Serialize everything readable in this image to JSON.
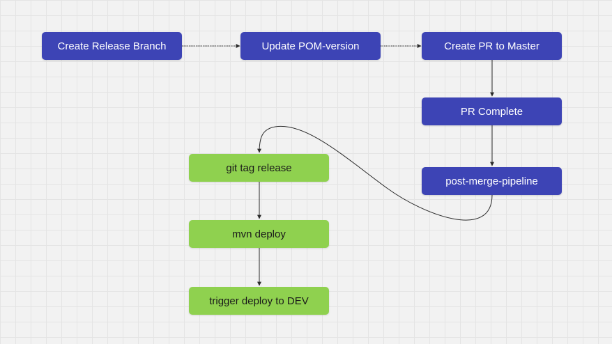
{
  "colors": {
    "release_step": "#3d44b5",
    "deploy_step": "#8fd14f",
    "connector": "#2b2b2b"
  },
  "nodes": {
    "create_release_branch": "Create Release Branch",
    "update_pom_version": "Update POM-version",
    "create_pr_to_master": "Create PR to Master",
    "pr_complete": "PR Complete",
    "post_merge_pipeline": "post-merge-pipeline",
    "git_tag_release": "git tag release",
    "mvn_deploy": "mvn deploy",
    "trigger_deploy_dev": "trigger deploy to DEV"
  }
}
